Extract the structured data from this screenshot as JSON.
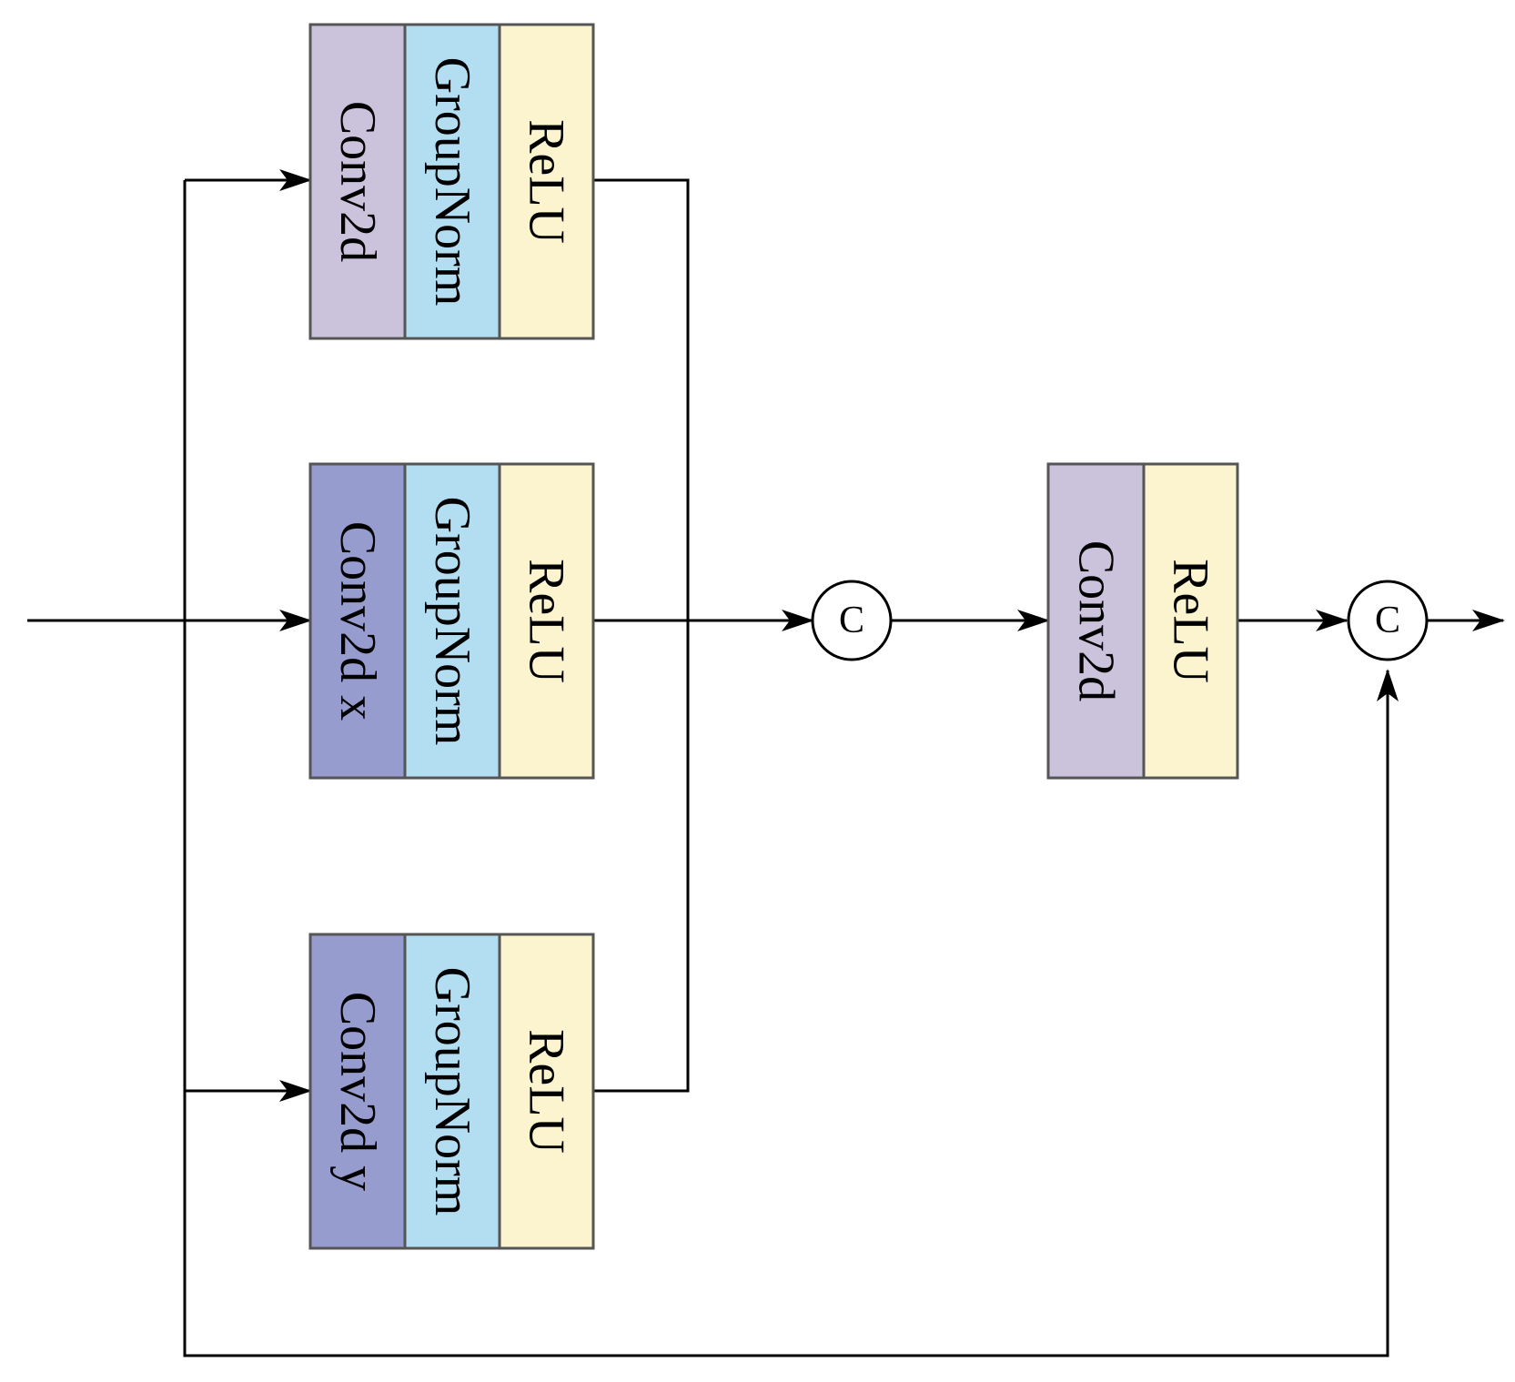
{
  "colors": {
    "conv2d": "#cbc3dc",
    "conv2d_directional": "#979ccf",
    "groupnorm": "#b3ddf1",
    "relu": "#fcf4cf",
    "stroke": "#555555",
    "line": "#000000",
    "background": "#ffffff"
  },
  "branches": [
    {
      "id": "top",
      "layers": [
        {
          "label": "Conv2d",
          "color_key": "conv2d"
        },
        {
          "label": "GroupNorm",
          "color_key": "groupnorm"
        },
        {
          "label": "ReLU",
          "color_key": "relu"
        }
      ]
    },
    {
      "id": "middle",
      "layers": [
        {
          "label": "Conv2d x",
          "color_key": "conv2d_directional"
        },
        {
          "label": "GroupNorm",
          "color_key": "groupnorm"
        },
        {
          "label": "ReLU",
          "color_key": "relu"
        }
      ]
    },
    {
      "id": "bottom",
      "layers": [
        {
          "label": "Conv2d y",
          "color_key": "conv2d_directional"
        },
        {
          "label": "GroupNorm",
          "color_key": "groupnorm"
        },
        {
          "label": "ReLU",
          "color_key": "relu"
        }
      ]
    }
  ],
  "fusion_block": {
    "layers": [
      {
        "label": "Conv2d",
        "color_key": "conv2d"
      },
      {
        "label": "ReLU",
        "color_key": "relu"
      }
    ]
  },
  "concat_nodes": [
    {
      "label": "C"
    },
    {
      "label": "C"
    }
  ]
}
